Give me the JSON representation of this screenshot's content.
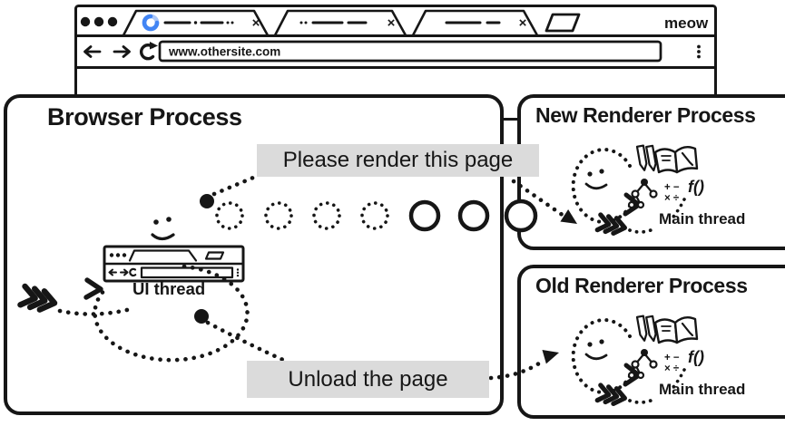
{
  "colors": {
    "ink": "#161616",
    "label_bg": "#dbdbdb",
    "spinner_blue": "#4285f4",
    "spinner_track": "#aac6f7"
  },
  "browser_window": {
    "logo_text": "meow",
    "url_value": "www.othersite.com",
    "tab_close_glyph": "×"
  },
  "messages": {
    "render": "Please render this page",
    "unload": "Unload the page"
  },
  "browser_process": {
    "title": "Browser Process",
    "thread_label": "UI thread"
  },
  "new_renderer": {
    "title": "New Renderer Process",
    "thread_label": "Main thread",
    "fn_glyph": "f()",
    "math_row1": "+ −",
    "math_row2": "× ÷"
  },
  "old_renderer": {
    "title": "Old Renderer Process",
    "thread_label": "Main thread",
    "fn_glyph": "f()",
    "math_row1": "+ −",
    "math_row2": "× ÷"
  }
}
